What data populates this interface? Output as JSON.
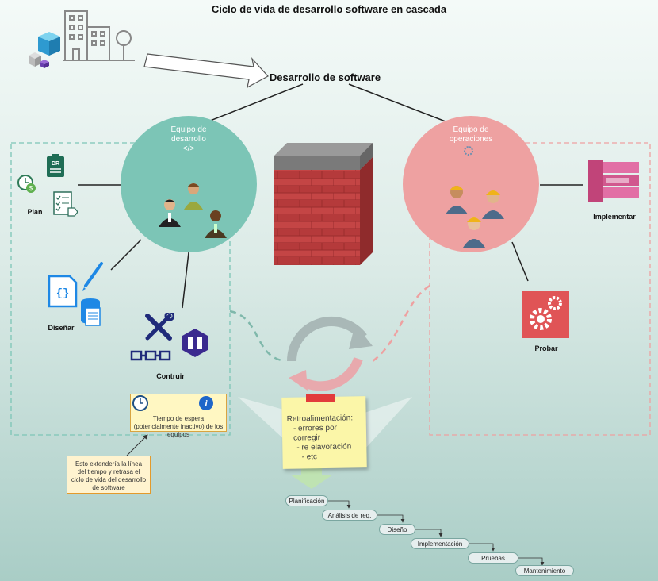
{
  "title": "Ciclo de vida de desarrollo software en cascada",
  "subtitle": "Desarrollo de software",
  "dev_team": {
    "title_line1": "Equipo de",
    "title_line2": "desarrollo",
    "code_glyph": "</>"
  },
  "ops_team": {
    "title_line1": "Equipo de",
    "title_line2": "operaciones"
  },
  "labels": {
    "plan": "Plan",
    "design": "Diseñar",
    "build": "Contruir",
    "deploy": "Implementar",
    "test": "Probar"
  },
  "plan_icon_text": "DR",
  "wait_note": "Tiempo de espera (potencialmente inactivo) de los equipos",
  "impact_note": "Esto extendería la línea del tiempo y retrasa el ciclo de vida del desarrollo de software",
  "feedback": {
    "heading": "Retroalimentación:",
    "items": [
      "- errores por corregir",
      "- re elavoración",
      "- etc"
    ]
  },
  "waterfall": [
    "Planificación",
    "Análisis de req.",
    "Diseño",
    "Implementación",
    "Pruebas",
    "Mantenimiento"
  ],
  "colors": {
    "dev_circle": "#7cc5b6",
    "ops_circle": "#eea1a1",
    "brick": "#b8393a",
    "aws_pink": "#e26fa5",
    "aws_red": "#e05456",
    "azure_blue": "#1e88e5",
    "navy": "#1f2a7a"
  }
}
